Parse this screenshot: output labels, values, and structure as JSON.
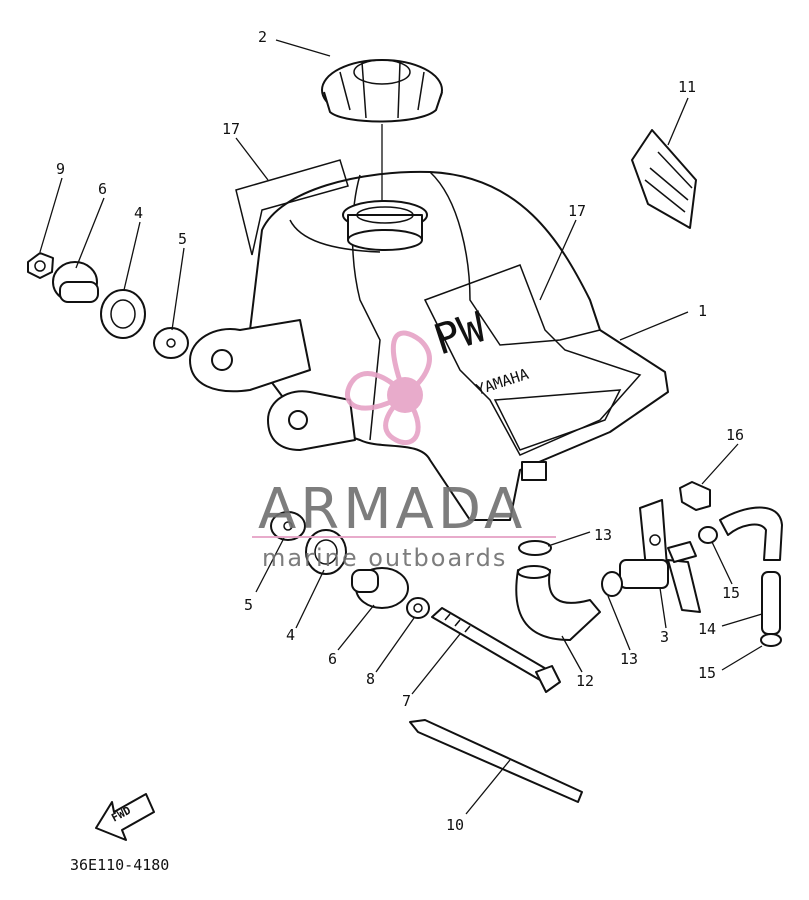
{
  "diagram": {
    "drawing_code": "36E110-4180",
    "fwd_label": "FWD",
    "tank_decal_main": "PW",
    "tank_decal_sub": "YAMAHA",
    "callouts": {
      "c1": "1",
      "c2": "2",
      "c3": "3",
      "c4a": "4",
      "c4b": "4",
      "c5a": "5",
      "c5b": "5",
      "c6a": "6",
      "c6b": "6",
      "c7": "7",
      "c8": "8",
      "c9": "9",
      "c10": "10",
      "c11": "11",
      "c12": "12",
      "c13a": "13",
      "c13b": "13",
      "c14": "14",
      "c15a": "15",
      "c15b": "15",
      "c16": "16",
      "c17a": "17",
      "c17b": "17"
    }
  },
  "watermark": {
    "brand": "ARMADA",
    "tagline": "marine outboards",
    "colors": {
      "pink": "#e6a3c6",
      "gray": "#6f6f6f"
    }
  }
}
